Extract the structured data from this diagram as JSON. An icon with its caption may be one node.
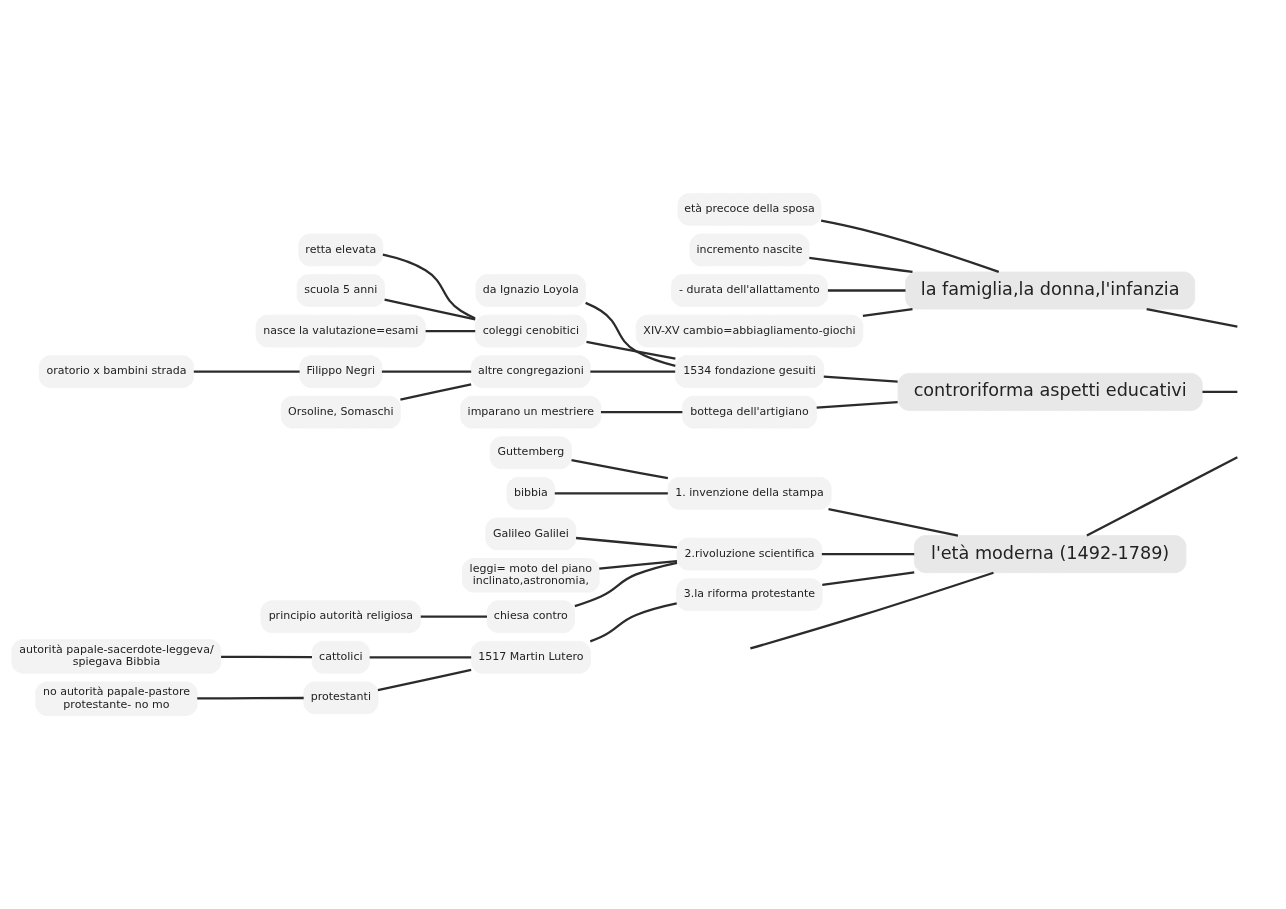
{
  "diagram": {
    "nodes": [
      {
        "text": [
          "la famiglia,la donna,l'infanzia"
        ]
      },
      {
        "text": [
          "età precoce della sposa"
        ]
      },
      {
        "text": [
          "incremento nascite"
        ]
      },
      {
        "text": [
          "- durata dell'allattamento"
        ]
      },
      {
        "text": [
          "XIV-XV cambio=abbiagliamento-giochi"
        ]
      },
      {
        "text": [
          "controriforma aspetti educativi"
        ]
      },
      {
        "text": [
          "1534 fondazione gesuiti"
        ]
      },
      {
        "text": [
          "da Ignazio Loyola"
        ]
      },
      {
        "text": [
          "coleggi cenobitici"
        ]
      },
      {
        "text": [
          "retta elevata"
        ]
      },
      {
        "text": [
          "scuola 5 anni"
        ]
      },
      {
        "text": [
          "nasce la valutazione=esami"
        ]
      },
      {
        "text": [
          "altre congregazioni"
        ]
      },
      {
        "text": [
          "Filippo Negri"
        ]
      },
      {
        "text": [
          "oratorio x bambini strada"
        ]
      },
      {
        "text": [
          "Orsoline, Somaschi"
        ]
      },
      {
        "text": [
          "bottega dell'artigiano"
        ]
      },
      {
        "text": [
          "imparano un mestriere"
        ]
      },
      {
        "text": [
          "l'età moderna (1492-1789)"
        ]
      },
      {
        "text": [
          "1. invenzione della stampa"
        ]
      },
      {
        "text": [
          "Guttemberg"
        ]
      },
      {
        "text": [
          "bibbia"
        ]
      },
      {
        "text": [
          "2.rivoluzione scientifica"
        ]
      },
      {
        "text": [
          "Galileo Galilei"
        ]
      },
      {
        "text": [
          "leggi= moto del piano inclinato,astronomia,"
        ]
      },
      {
        "text": [
          "chiesa contro"
        ]
      },
      {
        "text": [
          "principio autorità religiosa"
        ]
      },
      {
        "text": [
          "3.la riforma protestante"
        ]
      },
      {
        "text": [
          "1517 Martin Lutero"
        ]
      },
      {
        "text": [
          "cattolici"
        ]
      },
      {
        "text": [
          "autorità papale-sacerdote-leggeva/ spiegava Bibbia"
        ]
      },
      {
        "text": [
          "protestanti"
        ]
      },
      {
        "text": [
          "no autorità papale-pastore protestante- no mo"
        ]
      }
    ],
    "edges": [
      {
        "from": null,
        "to": 0,
        "arrow": "none"
      },
      {
        "from": 0,
        "to": 1,
        "arrow": "none"
      },
      {
        "from": 0,
        "to": 2,
        "arrow": "none"
      },
      {
        "from": 0,
        "to": 3,
        "arrow": "none"
      },
      {
        "from": 0,
        "to": 4,
        "arrow": "none"
      },
      {
        "from": null,
        "to": 5,
        "arrow": "none"
      },
      {
        "from": 5,
        "to": 6,
        "arrow": "none"
      },
      {
        "from": 6,
        "to": 7,
        "arrow": "none"
      },
      {
        "from": 6,
        "to": 8,
        "arrow": "none"
      },
      {
        "from": 8,
        "to": 9,
        "arrow": "none"
      },
      {
        "from": 8,
        "to": 10,
        "arrow": "none"
      },
      {
        "from": 8,
        "to": 11,
        "arrow": "none"
      },
      {
        "from": 6,
        "to": 12,
        "arrow": "none"
      },
      {
        "from": 12,
        "to": 13,
        "arrow": "none"
      },
      {
        "from": 13,
        "to": 14,
        "arrow": "none"
      },
      {
        "from": 12,
        "to": 15,
        "arrow": "none"
      },
      {
        "from": 5,
        "to": 16,
        "arrow": "none"
      },
      {
        "from": 16,
        "to": 17,
        "arrow": "none"
      },
      {
        "from": null,
        "to": 18,
        "arrow": "none"
      },
      {
        "from": 18,
        "to": 19,
        "arrow": "none"
      },
      {
        "from": 19,
        "to": 20,
        "arrow": "none"
      },
      {
        "from": 19,
        "to": 21,
        "arrow": "none"
      },
      {
        "from": 18,
        "to": 22,
        "arrow": "none"
      },
      {
        "from": 22,
        "to": 23,
        "arrow": "none"
      },
      {
        "from": 22,
        "to": 24,
        "arrow": "none"
      },
      {
        "from": 22,
        "to": 25,
        "arrow": "none"
      },
      {
        "from": 25,
        "to": 26,
        "arrow": "none"
      },
      {
        "from": 18,
        "to": 27,
        "arrow": "none"
      },
      {
        "from": 27,
        "to": 28,
        "arrow": "none"
      },
      {
        "from": 28,
        "to": 29,
        "arrow": "none"
      },
      {
        "from": 29,
        "to": 30,
        "arrow": "none"
      },
      {
        "from": 28,
        "to": 31,
        "arrow": "none"
      },
      {
        "from": 31,
        "to": 32,
        "arrow": "none"
      },
      {
        "from": 18,
        "to": null,
        "arrow": "none"
      }
    ]
  }
}
